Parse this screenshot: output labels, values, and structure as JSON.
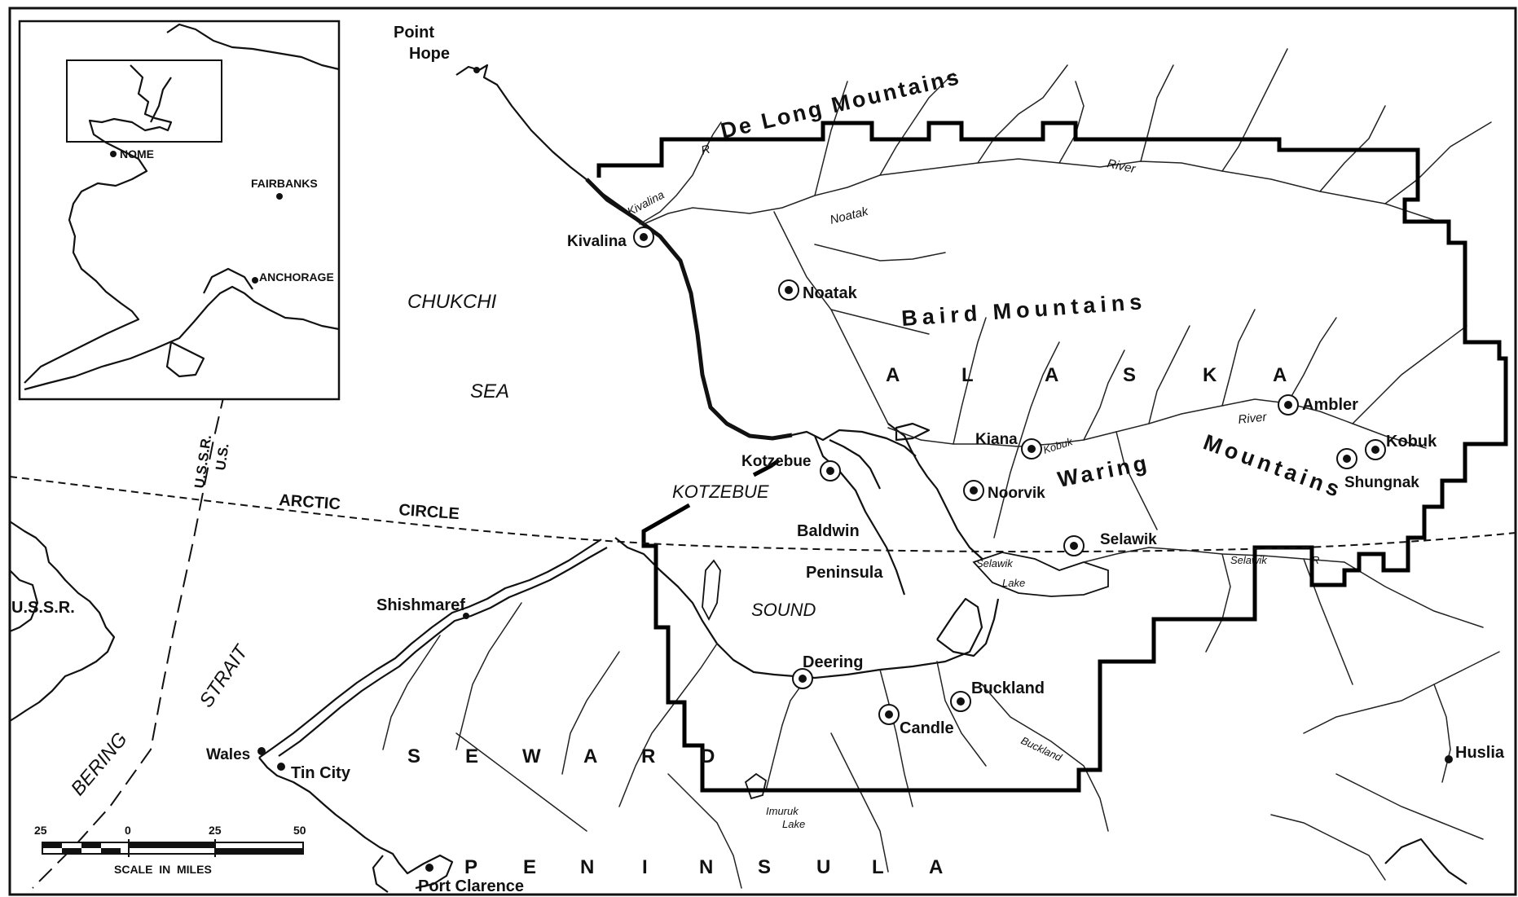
{
  "inset": {
    "places": {
      "nome": "NOME",
      "fairbanks": "FAIRBANKS",
      "anchorage": "ANCHORAGE"
    }
  },
  "places": {
    "point_hope_1": "Point",
    "point_hope_2": "Hope",
    "kivalina": "Kivalina",
    "noatak": "Noatak",
    "kotzebue": "Kotzebue",
    "kiana": "Kiana",
    "noorvik": "Noorvik",
    "selawik": "Selawik",
    "ambler": "Ambler",
    "kobuk": "Kobuk",
    "shungnak": "Shungnak",
    "baldwin": "Baldwin",
    "peninsula": "Peninsula",
    "shishmaref": "Shishmaref",
    "deering": "Deering",
    "buckland": "Buckland",
    "candle": "Candle",
    "wales": "Wales",
    "tin_city": "Tin City",
    "port_clarence": "Port Clarence",
    "huslia": "Huslia",
    "ussr": "U.S.S.R."
  },
  "regions": {
    "de_long": "De Long Mountains",
    "baird": "Baird Mountains",
    "alaska": [
      "A",
      "L",
      "A",
      "S",
      "K",
      "A"
    ],
    "waring": "Waring",
    "mountains2": "Mountains",
    "chukchi": "CHUKCHI",
    "sea": "SEA",
    "kotzebue_sound_1": "KOTZEBUE",
    "kotzebue_sound_2": "SOUND",
    "bering": "BERING",
    "strait": "STRAIT",
    "seward": [
      "S",
      "E",
      "W",
      "A",
      "R",
      "D"
    ],
    "peninsula": [
      "P",
      "E",
      "N",
      "I",
      "N",
      "S",
      "U",
      "L",
      "A"
    ]
  },
  "water": {
    "kivalina_river": "Kivalina",
    "r_label": "R",
    "noatak_river": "Noatak",
    "river_label": "River",
    "kobuk_river": "Kobuk",
    "river_label2": "River",
    "selawik_lake_1": "Selawik",
    "selawik_lake_2": "Lake",
    "selawik_river": "Selawik",
    "r_label2": "R",
    "imuruk_lake_1": "Imuruk",
    "imuruk_lake_2": "Lake",
    "buckland_river": "Buckland"
  },
  "lines": {
    "arctic_circle_1": "ARCTIC",
    "arctic_circle_2": "CIRCLE",
    "ussr_border": "U.S.S.R.",
    "us_border": "U.S."
  },
  "scale": {
    "ticks": [
      "25",
      "0",
      "25",
      "50"
    ],
    "label": "SCALE  IN  MILES"
  }
}
